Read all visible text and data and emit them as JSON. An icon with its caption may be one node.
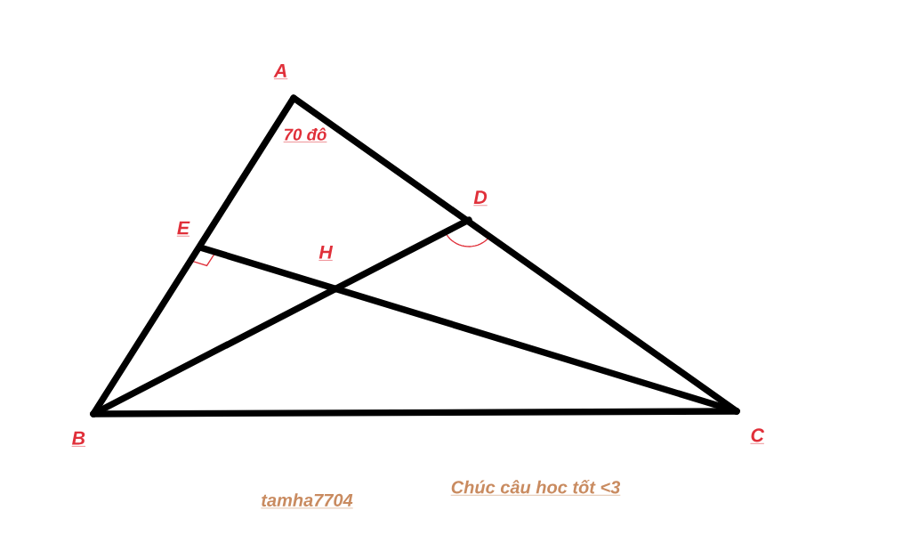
{
  "diagram": {
    "nodes": [
      {
        "text": [
          "A"
        ]
      },
      {
        "text": [
          "B"
        ]
      },
      {
        "text": [
          "C"
        ]
      },
      {
        "text": [
          "D"
        ]
      },
      {
        "text": [
          "E"
        ]
      },
      {
        "text": [
          "H"
        ]
      }
    ],
    "edges": [
      {
        "from": 0,
        "to": 1,
        "arrow": "none"
      },
      {
        "from": 0,
        "to": 2,
        "arrow": "none"
      },
      {
        "from": 1,
        "to": 2,
        "arrow": "none"
      },
      {
        "from": 1,
        "to": 3,
        "arrow": "none"
      },
      {
        "from": 2,
        "to": 4,
        "arrow": "none"
      }
    ],
    "labels": [
      "70 đô",
      "tamha7704",
      "Chúc câu hoc tốt <3"
    ]
  }
}
